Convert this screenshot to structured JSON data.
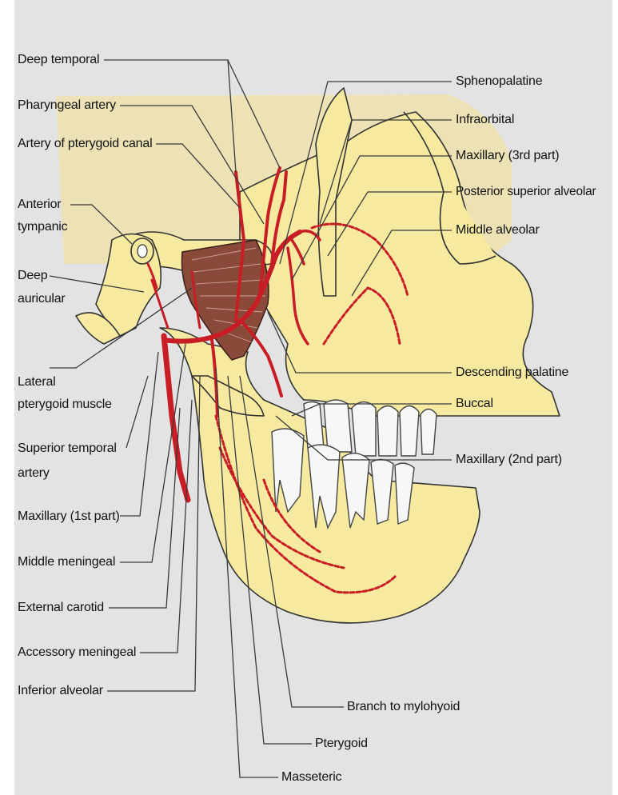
{
  "labels": {
    "deep_temporal": "Deep temporal",
    "pharyngeal_artery": "Pharyngeal artery",
    "artery_pterygoid_canal": "Artery of pterygoid canal",
    "anterior_tympanic_1": "Anterior",
    "anterior_tympanic_2": "tympanic",
    "deep_auricular_1": "Deep",
    "deep_auricular_2": "auricular",
    "lateral_pterygoid_1": "Lateral",
    "lateral_pterygoid_2": "pterygoid muscle",
    "superior_temporal_1": "Superior temporal",
    "superior_temporal_2": "artery",
    "maxillary_1st": "Maxillary (1st part)",
    "middle_meningeal": "Middle meningeal",
    "external_carotid": "External carotid",
    "accessory_meningeal": "Accessory meningeal",
    "inferior_alveolar": "Inferior alveolar",
    "sphenopalatine": "Sphenopalatine",
    "infraorbital": "Infraorbital",
    "maxillary_3rd": "Maxillary (3rd part)",
    "posterior_superior_alveolar": "Posterior superior alveolar",
    "middle_alveolar": "Middle alveolar",
    "descending_palatine": "Descending palatine",
    "buccal": "Buccal",
    "maxillary_2nd": "Maxillary (2nd part)",
    "branch_mylohyoid": "Branch to mylohyoid",
    "pterygoid": "Pterygoid",
    "masseteric": "Masseteric"
  },
  "colors": {
    "panel": "#e3e3e4",
    "bone": "#f6eaa0",
    "artery": "#c81d25",
    "muscle": "#8a4a3a"
  }
}
